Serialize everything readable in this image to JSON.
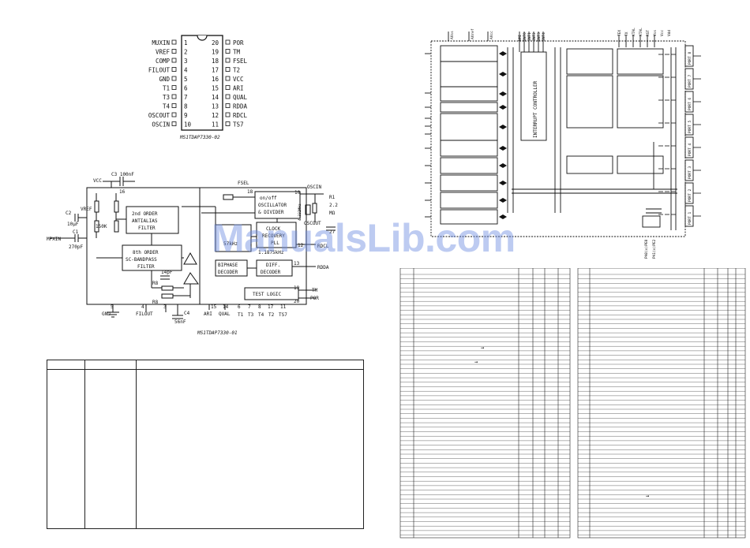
{
  "pinout": {
    "left_pins": [
      {
        "name": "MUXIN",
        "num": "1"
      },
      {
        "name": "VREF",
        "num": "2"
      },
      {
        "name": "COMP",
        "num": "3"
      },
      {
        "name": "FILOUT",
        "num": "4"
      },
      {
        "name": "GND",
        "num": "5"
      },
      {
        "name": "T1",
        "num": "6"
      },
      {
        "name": "T3",
        "num": "7"
      },
      {
        "name": "T4",
        "num": "8"
      },
      {
        "name": "OSCOUT",
        "num": "9"
      },
      {
        "name": "OSCIN",
        "num": "10"
      }
    ],
    "right_pins": [
      {
        "name": "POR",
        "num": "20"
      },
      {
        "name": "TM",
        "num": "19"
      },
      {
        "name": "FSEL",
        "num": "18"
      },
      {
        "name": "T2",
        "num": "17"
      },
      {
        "name": "VCC",
        "num": "16"
      },
      {
        "name": "ARI",
        "num": "15"
      },
      {
        "name": "QUAL",
        "num": "14"
      },
      {
        "name": "RDDA",
        "num": "13"
      },
      {
        "name": "RDCL",
        "num": "12"
      },
      {
        "name": "TS7",
        "num": "11"
      }
    ],
    "caption": "MS1TDAP7330-02"
  },
  "schematic": {
    "caption": "MS1TDAP7330-01",
    "c3": "C3 100nF",
    "vcc": "VCC",
    "pin16": "16",
    "c2": "C2",
    "vref": "VREF",
    "c2_val": "10µF",
    "c1": "C1",
    "muxin": "MPXIN",
    "c1_val": "270pF",
    "r150": "150K",
    "filter2_l1": "2nd ORDER",
    "filter2_l2": "ANTIALIAS",
    "filter2_l3": "FILTER",
    "filter8_l1": "8th ORDER",
    "filter8_l2": "SC-BANDPASS",
    "filter8_l3": "FILTER",
    "fsel": "FSEL",
    "pin18": "18",
    "osc_l1": "on/off",
    "osc_l2": "OSCILLATOR",
    "osc_l3": "& DIVIDER",
    "oscin": "OSCIN",
    "pin10": "10",
    "r1": "R1",
    "r1_val": "2.2",
    "r1_unit": "MΩ",
    "xtal": "4.332MHz",
    "oscout": "OSCOUT",
    "c2b": "27",
    "clock_l1": "CLOCK",
    "clock_l2": "RECOVERY",
    "clock_l3": "PLL",
    "freq1": "57kHz",
    "freq2": "1.1875kHz",
    "pin12": "12",
    "rdcl": "RDCL",
    "biphase_l1": "BIPHASE",
    "biphase_l2": "DECODER",
    "diff_l1": "DIFF.",
    "diff_l2": "DECODER",
    "pin13": "13",
    "rdda": "RDDA",
    "test_logic": "TEST LOGIC",
    "pin19": "19",
    "tm": "TM",
    "pin20": "20",
    "por": "POR",
    "c14": "14pF",
    "r8a": "R8",
    "r8b": "R8",
    "c4": "C4",
    "c4_val": "56nF",
    "gnd": "GND",
    "filout": "FILOUT",
    "pin5": "5",
    "pin4": "4",
    "pin3": "3",
    "ari": "ARI",
    "qual": "QUAL",
    "pin15": "15",
    "pin14": "14",
    "t1": "T1",
    "t3": "T3",
    "t4": "T4",
    "t2": "T2",
    "ts7": "TS7",
    "pin6": "6",
    "pin7": "7",
    "pin8": "8",
    "pin17": "17",
    "pin11": "11"
  },
  "block_diagram": {
    "top_labels": [
      "AVss",
      "AVref",
      "AVcc"
    ],
    "int_labels": [
      "NMI",
      "INT0",
      "INT1",
      "INT2",
      "INT3",
      "INT4"
    ],
    "right_top_labels": [
      "TEX",
      "TX",
      "XTAL",
      "XTAL",
      "RST",
      "Vss",
      "Vcc",
      "Vdd"
    ],
    "interrupt": "INTERRUPT CONTROLLER",
    "ports": [
      "PORT 8",
      "PORT 7",
      "PORT 6",
      "PORT 5",
      "PORT 4",
      "PORT 3",
      "PORT 2",
      "PORT 1"
    ],
    "bottom_labels": [
      "PA0(o)PE0",
      "PA1(o)PE2"
    ]
  },
  "watermark": "ManualsLib.com",
  "arrows": [
    "→",
    "→",
    "→"
  ]
}
